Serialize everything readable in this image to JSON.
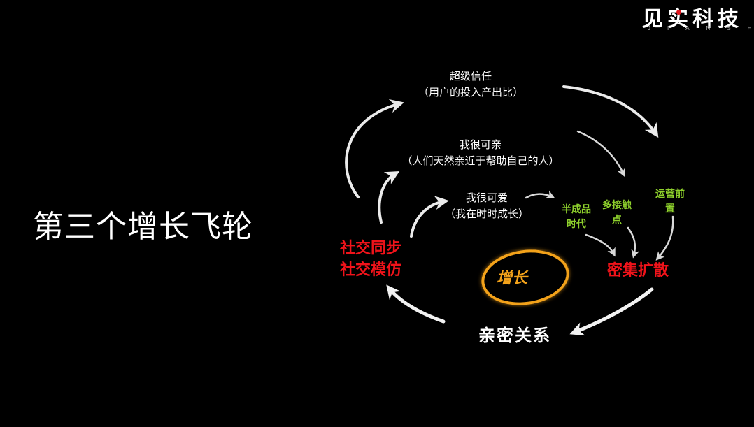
{
  "logo": {
    "name": "见实科技",
    "sub": "JIANSHI"
  },
  "title": "第三个增长飞轮",
  "nodes": {
    "super_trust": {
      "line1": "超级信任",
      "line2": "（用户的投入产出比）"
    },
    "very_friendly": {
      "line1": "我很可亲",
      "line2": "（人们天然亲近于帮助自己的人）"
    },
    "very_lovable": {
      "line1": "我很可爱",
      "line2": "（我在时时成长）"
    },
    "social": {
      "line1": "社交同步",
      "line2": "社交模仿"
    },
    "semi_finished": {
      "line1": "半成品",
      "line2": "时代"
    },
    "multi_touch": {
      "line1": "多接触",
      "line2": "点"
    },
    "ops_front": {
      "line1": "运营前",
      "line2": "置"
    },
    "dense_spread": "密集扩散",
    "intimate": "亲密关系",
    "growth": "增长"
  },
  "colors": {
    "background": "#000000",
    "red": "#f0131a",
    "green": "#8ed02c",
    "orange": "#f3a21a",
    "white": "#ffffff"
  }
}
